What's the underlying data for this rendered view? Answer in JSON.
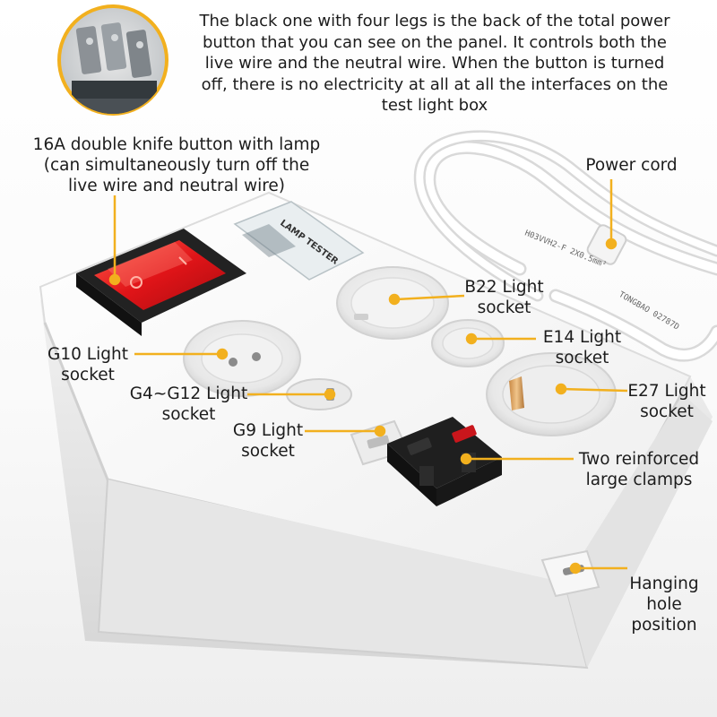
{
  "image": {
    "subject": "Lamp tester box with light sockets, rocker switch and power cord",
    "colors": {
      "label_line": "#f2b01e",
      "switch_red": "#e01418",
      "body": "#f7f7f7"
    }
  },
  "product": {
    "sticker_text": "LAMP TESTER",
    "cord_print": "H03VVH2-F 2X0.5mm²",
    "cord_print_2": "TONGBAO 02787D"
  },
  "labels": {
    "intro": [
      "The black one with four legs is the back of the total power",
      "button that you can see on the panel. It controls both the",
      "live wire and the neutral wire. When the button is turned",
      "off, there is no electricity at all at all the interfaces on the",
      "test light box"
    ],
    "switch": [
      "16A double knife button with lamp",
      "(can simultaneously turn off the",
      "live wire and neutral wire)"
    ],
    "power_cord": [
      "Power cord"
    ],
    "b22": [
      "B22 Light",
      "socket"
    ],
    "g10": [
      "G10 Light",
      "socket"
    ],
    "e14": [
      "E14 Light",
      "socket"
    ],
    "e27": [
      "E27 Light",
      "socket"
    ],
    "g4_g12": [
      "G4~G12 Light",
      "socket"
    ],
    "g9": [
      "G9 Light",
      "socket"
    ],
    "clamps": [
      "Two reinforced",
      "large clamps"
    ],
    "hanging": [
      "Hanging",
      "hole",
      "position"
    ]
  }
}
